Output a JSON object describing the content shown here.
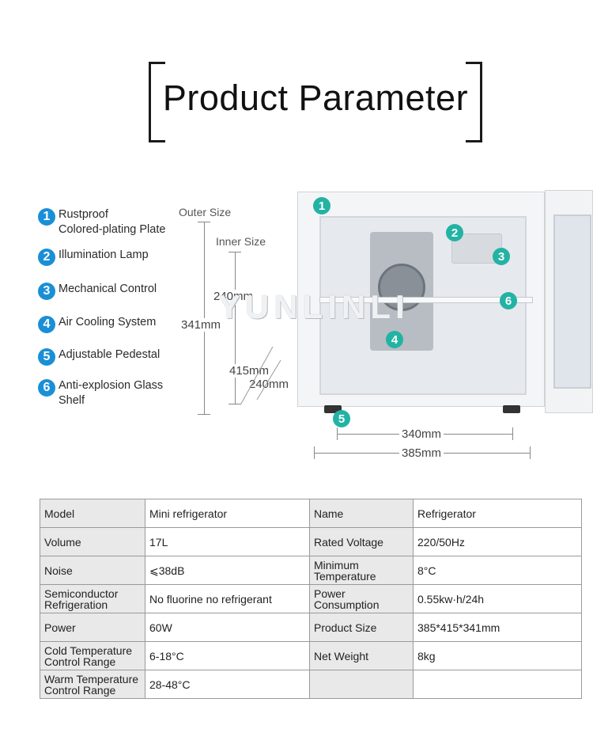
{
  "title": "Product Parameter",
  "features": [
    {
      "num": "1",
      "label": "Rustproof\nColored-plating Plate"
    },
    {
      "num": "2",
      "label": "Illumination Lamp"
    },
    {
      "num": "3",
      "label": "Mechanical Control"
    },
    {
      "num": "4",
      "label": "Air Cooling System"
    },
    {
      "num": "5",
      "label": "Adjustable Pedestal"
    },
    {
      "num": "6",
      "label": "Anti-explosion Glass\nShelf"
    }
  ],
  "dimensions": {
    "outer_size": "Outer Size",
    "inner_size": "Inner Size",
    "height_outer": "341mm",
    "height_inner": "240mm",
    "depth_outer": "415mm",
    "depth_inner": "240mm",
    "width_inner": "340mm",
    "width_outer": "385mm"
  },
  "watermark": "YUNLINLI",
  "callouts": [
    "1",
    "2",
    "3",
    "4",
    "5",
    "6"
  ],
  "specs": [
    {
      "k1": "Model",
      "v1": "Mini refrigerator",
      "k2": "Name",
      "v2": "Refrigerator"
    },
    {
      "k1": "Volume",
      "v1": "17L",
      "k2": "Rated Voltage",
      "v2": "220/50Hz"
    },
    {
      "k1": "Noise",
      "v1": "⩽38dB",
      "k2": "Minimum\nTemperature",
      "v2": "8°C"
    },
    {
      "k1": "Semiconductor\nRefrigeration",
      "v1": "No fluorine no refrigerant",
      "k2": "Power\nConsumption",
      "v2": "0.55kw·h/24h"
    },
    {
      "k1": "Power",
      "v1": "60W",
      "k2": "Product Size",
      "v2": "385*415*341mm"
    },
    {
      "k1": "Cold Temperature\nControl Range",
      "v1": "6-18°C",
      "k2": "Net Weight",
      "v2": "8kg"
    },
    {
      "k1": "Warm Temperature\nControl Range",
      "v1": "28-48°C",
      "k2": "",
      "v2": ""
    }
  ],
  "colors": {
    "feature_badge": "#1a8fd6",
    "callout_badge": "#22b3a4",
    "table_key_bg": "#e9e9e9"
  }
}
